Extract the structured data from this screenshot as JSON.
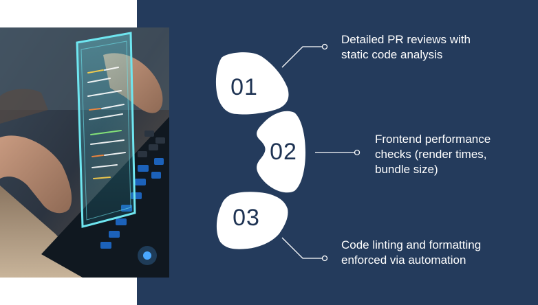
{
  "colors": {
    "panel": "#243b5c",
    "petal": "#ffffff",
    "number": "#1e3353",
    "text": "#ffffff",
    "hologram": "#4fd8e6"
  },
  "image": {
    "icon": "laptop-hologram-photo"
  },
  "steps": [
    {
      "number": "01",
      "text": "Detailed PR reviews with static code analysis"
    },
    {
      "number": "02",
      "text": "Frontend performance checks (render times, bundle size)"
    },
    {
      "number": "03",
      "text": "Code linting and formatting enforced via automation"
    }
  ]
}
